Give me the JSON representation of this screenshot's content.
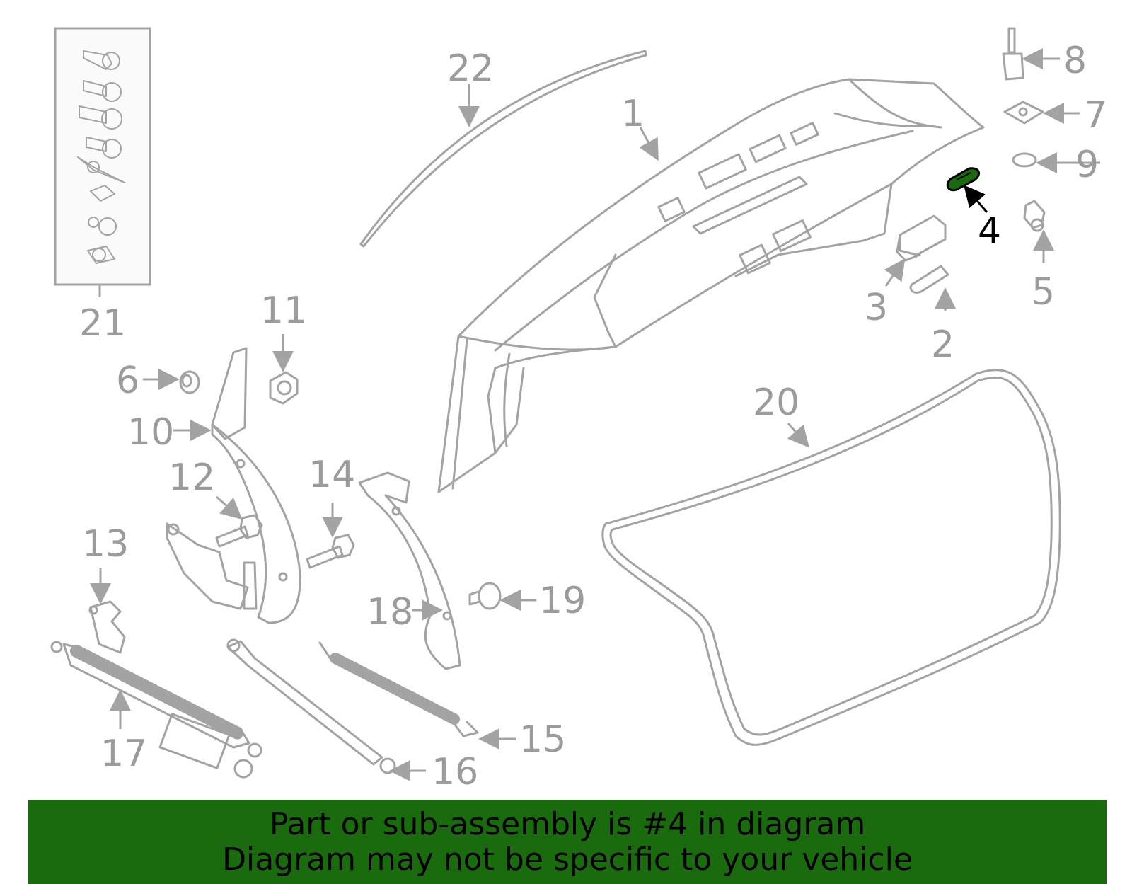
{
  "diagram": {
    "highlight_color": "#1a6b0e",
    "part_color": "#a3a3a3",
    "highlighted_part": "4",
    "callouts": {
      "c1": "1",
      "c2": "2",
      "c3": "3",
      "c4": "4",
      "c5": "5",
      "c6": "6",
      "c7": "7",
      "c8": "8",
      "c9": "9",
      "c10": "10",
      "c11": "11",
      "c12": "12",
      "c13": "13",
      "c14": "14",
      "c15": "15",
      "c16": "16",
      "c17": "17",
      "c18": "18",
      "c19": "19",
      "c20": "20",
      "c21": "21",
      "c22": "22"
    }
  },
  "banner": {
    "background": "#1a6b0e",
    "line1": "Part or sub-assembly is #4 in diagram",
    "line2": "Diagram may not be specific to your vehicle"
  }
}
